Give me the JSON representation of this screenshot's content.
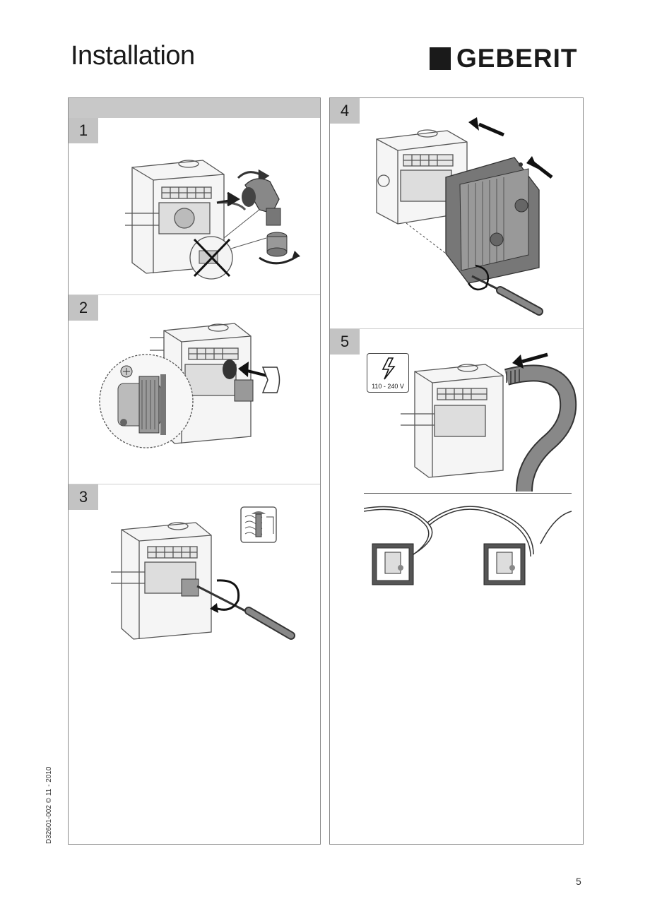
{
  "header": {
    "title": "Installation",
    "brand": "GEBERIT"
  },
  "steps": {
    "s1": {
      "number": "1"
    },
    "s2": {
      "number": "2"
    },
    "s3": {
      "number": "3"
    },
    "s4": {
      "number": "4"
    },
    "s5": {
      "number": "5",
      "voltage_label": "110 - 240 V"
    }
  },
  "footer": {
    "doc_code": "D32601-002 © 11 - 2010",
    "page_number": "5"
  },
  "icons": [
    "electricity-warning-icon",
    "screw-detail-icon",
    "arrow-icon",
    "rotation-arrow-icon",
    "screwdriver-icon"
  ]
}
